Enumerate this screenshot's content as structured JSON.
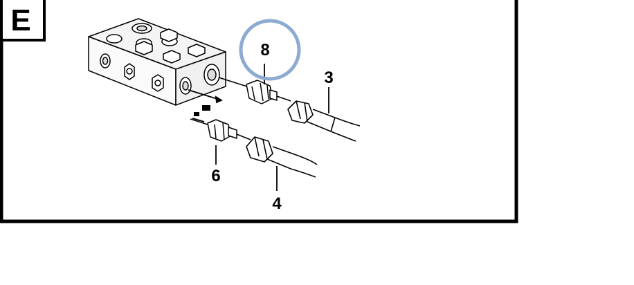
{
  "panel": {
    "letter": "E"
  },
  "callouts": [
    {
      "id": "8",
      "label": "8",
      "highlighted": true
    },
    {
      "id": "3",
      "label": "3",
      "highlighted": false
    },
    {
      "id": "6",
      "label": "6",
      "highlighted": false
    },
    {
      "id": "4",
      "label": "4",
      "highlighted": false
    }
  ],
  "colors": {
    "highlight_ring": "#8daad1",
    "line": "#000000",
    "background": "#ffffff",
    "part_shade": "#ffffff"
  }
}
